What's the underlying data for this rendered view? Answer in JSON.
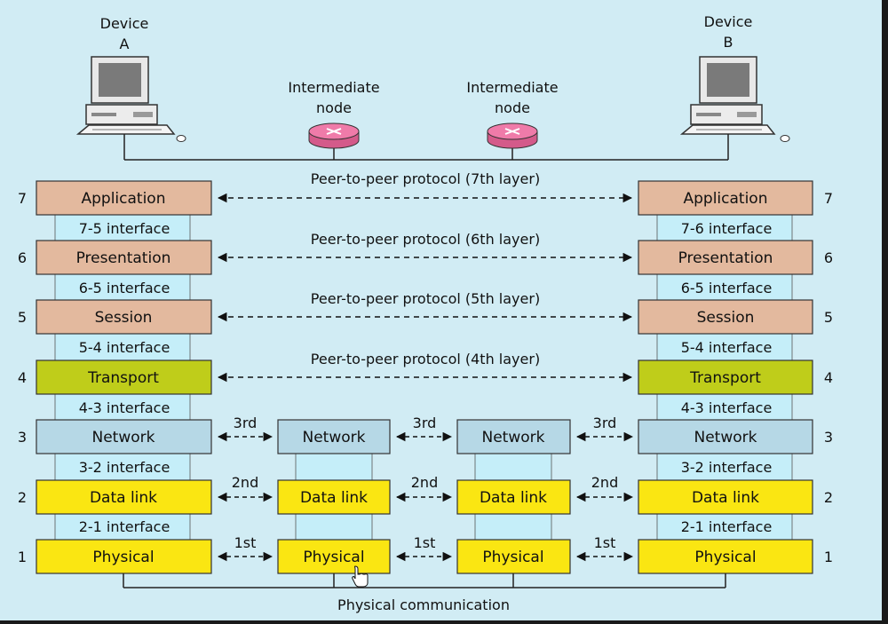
{
  "devices": {
    "a": {
      "line1": "Device",
      "line2": "A"
    },
    "b": {
      "line1": "Device",
      "line2": "B"
    }
  },
  "intermediate_nodes": [
    {
      "line1": "Intermediate",
      "line2": "node"
    },
    {
      "line1": "Intermediate",
      "line2": "node"
    }
  ],
  "layers": [
    {
      "num": "7",
      "a_label": "Application",
      "b_label": "Application",
      "protocol": "Peer-to-peer protocol (7th layer)"
    },
    {
      "num": "6",
      "a_label": "Presentation",
      "b_label": "Presentation",
      "protocol": "Peer-to-peer protocol (6th layer)"
    },
    {
      "num": "5",
      "a_label": "Session",
      "b_label": "Session",
      "protocol": "Peer-to-peer protocol (5th layer)"
    },
    {
      "num": "4",
      "a_label": "Transport",
      "b_label": "Transport",
      "protocol": "Peer-to-peer protocol (4th layer)"
    },
    {
      "num": "3",
      "a_label": "Network",
      "b_label": "Network",
      "mid_label": "Network",
      "hop": "3rd"
    },
    {
      "num": "2",
      "a_label": "Data link",
      "b_label": "Data link",
      "mid_label": "Data link",
      "hop": "2nd"
    },
    {
      "num": "1",
      "a_label": "Physical",
      "b_label": "Physical",
      "mid_label": "Physical",
      "hop": "1st"
    }
  ],
  "interfaces_a": [
    "7-5 interface",
    "6-5 interface",
    "5-4 interface",
    "4-3 interface",
    "3-2 interface",
    "2-1 interface"
  ],
  "interfaces_b": [
    "7-6 interface",
    "6-5 interface",
    "5-4 interface",
    "4-3 interface",
    "3-2 interface",
    "2-1 interface"
  ],
  "physical_communication": "Physical communication",
  "colors": {
    "background": "#d1ecf4",
    "upper_layers": "#e3b99e",
    "transport": "#bfcd1a",
    "network": "#b6d8e6",
    "data_link_physical": "#fae612",
    "interface": "#c5eef9",
    "router": "#ef7ba9"
  }
}
